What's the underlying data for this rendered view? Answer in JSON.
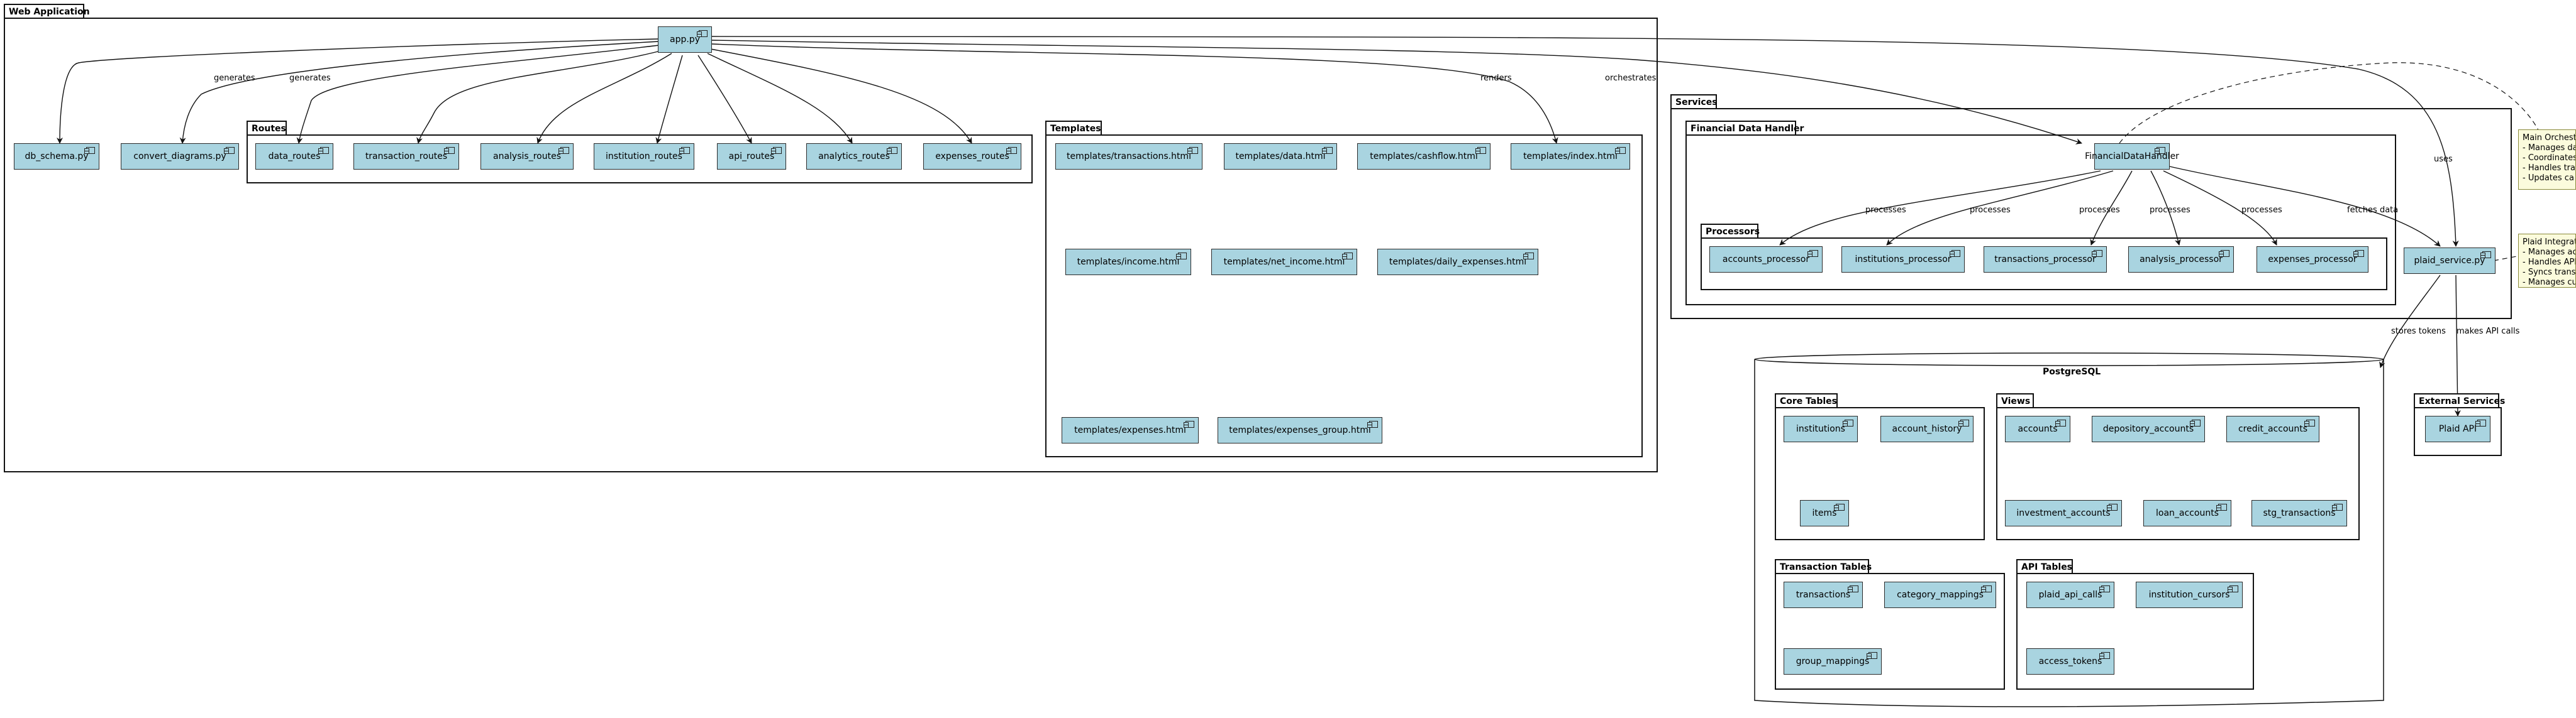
{
  "packages": {
    "web_app": "Web Application",
    "routes": "Routes",
    "templates": "Templates",
    "services": "Services",
    "financial_data_handler": "Financial Data Handler",
    "processors": "Processors",
    "core_tables": "Core Tables",
    "views": "Views",
    "transaction_tables": "Transaction Tables",
    "api_tables": "API Tables",
    "external_services": "External Services"
  },
  "database": {
    "title": "PostgreSQL"
  },
  "components": {
    "app_py": "app.py",
    "db_schema": "db_schema.py",
    "convert_diagrams": "convert_diagrams.py",
    "data_routes": "data_routes",
    "transaction_routes": "transaction_routes",
    "analysis_routes": "analysis_routes",
    "institution_routes": "institution_routes",
    "api_routes": "api_routes",
    "analytics_routes": "analytics_routes",
    "expenses_routes": "expenses_routes",
    "tpl_transactions": "templates/transactions.html",
    "tpl_data": "templates/data.html",
    "tpl_cashflow": "templates/cashflow.html",
    "tpl_index": "templates/index.html",
    "tpl_income": "templates/income.html",
    "tpl_net_income": "templates/net_income.html",
    "tpl_daily_expenses": "templates/daily_expenses.html",
    "tpl_expenses": "templates/expenses.html",
    "tpl_expenses_group": "templates/expenses_group.html",
    "financial_data_handler": "FinancialDataHandler",
    "accounts_processor": "accounts_processor",
    "institutions_processor": "institutions_processor",
    "transactions_processor": "transactions_processor",
    "analysis_processor": "analysis_processor",
    "expenses_processor": "expenses_processor",
    "plaid_service": "plaid_service.py",
    "institutions": "institutions",
    "account_history": "account_history",
    "items": "items",
    "accounts": "accounts",
    "depository_accounts": "depository_accounts",
    "credit_accounts": "credit_accounts",
    "investment_accounts": "investment_accounts",
    "loan_accounts": "loan_accounts",
    "stg_transactions": "stg_transactions",
    "transactions": "transactions",
    "category_mappings": "category_mappings",
    "group_mappings": "group_mappings",
    "plaid_api_calls": "plaid_api_calls",
    "institution_cursors": "institution_cursors",
    "access_tokens": "access_tokens",
    "plaid_api": "Plaid API"
  },
  "edge_labels": {
    "generates_1": "generates",
    "generates_2": "generates",
    "renders": "renders",
    "orchestrates": "orchestrates",
    "uses": "uses",
    "processes_1": "processes",
    "processes_2": "processes",
    "processes_3": "processes",
    "processes_4": "processes",
    "processes_5": "processes",
    "fetches_data": "fetches data",
    "stores_tokens": "stores tokens",
    "makes_api_calls": "makes API calls"
  },
  "notes": {
    "main_orchestrator": "Main Orchestra\n- Manages da\n- Coordinates\n- Handles tra\n- Updates ca",
    "plaid_integration": "Plaid Integrat\n- Manages ac\n- Handles API\n- Syncs trans\n- Manages cu"
  },
  "colors": {
    "component_fill": "#a9d4e0",
    "note_fill": "#fbfbdc",
    "line": "#111111"
  }
}
